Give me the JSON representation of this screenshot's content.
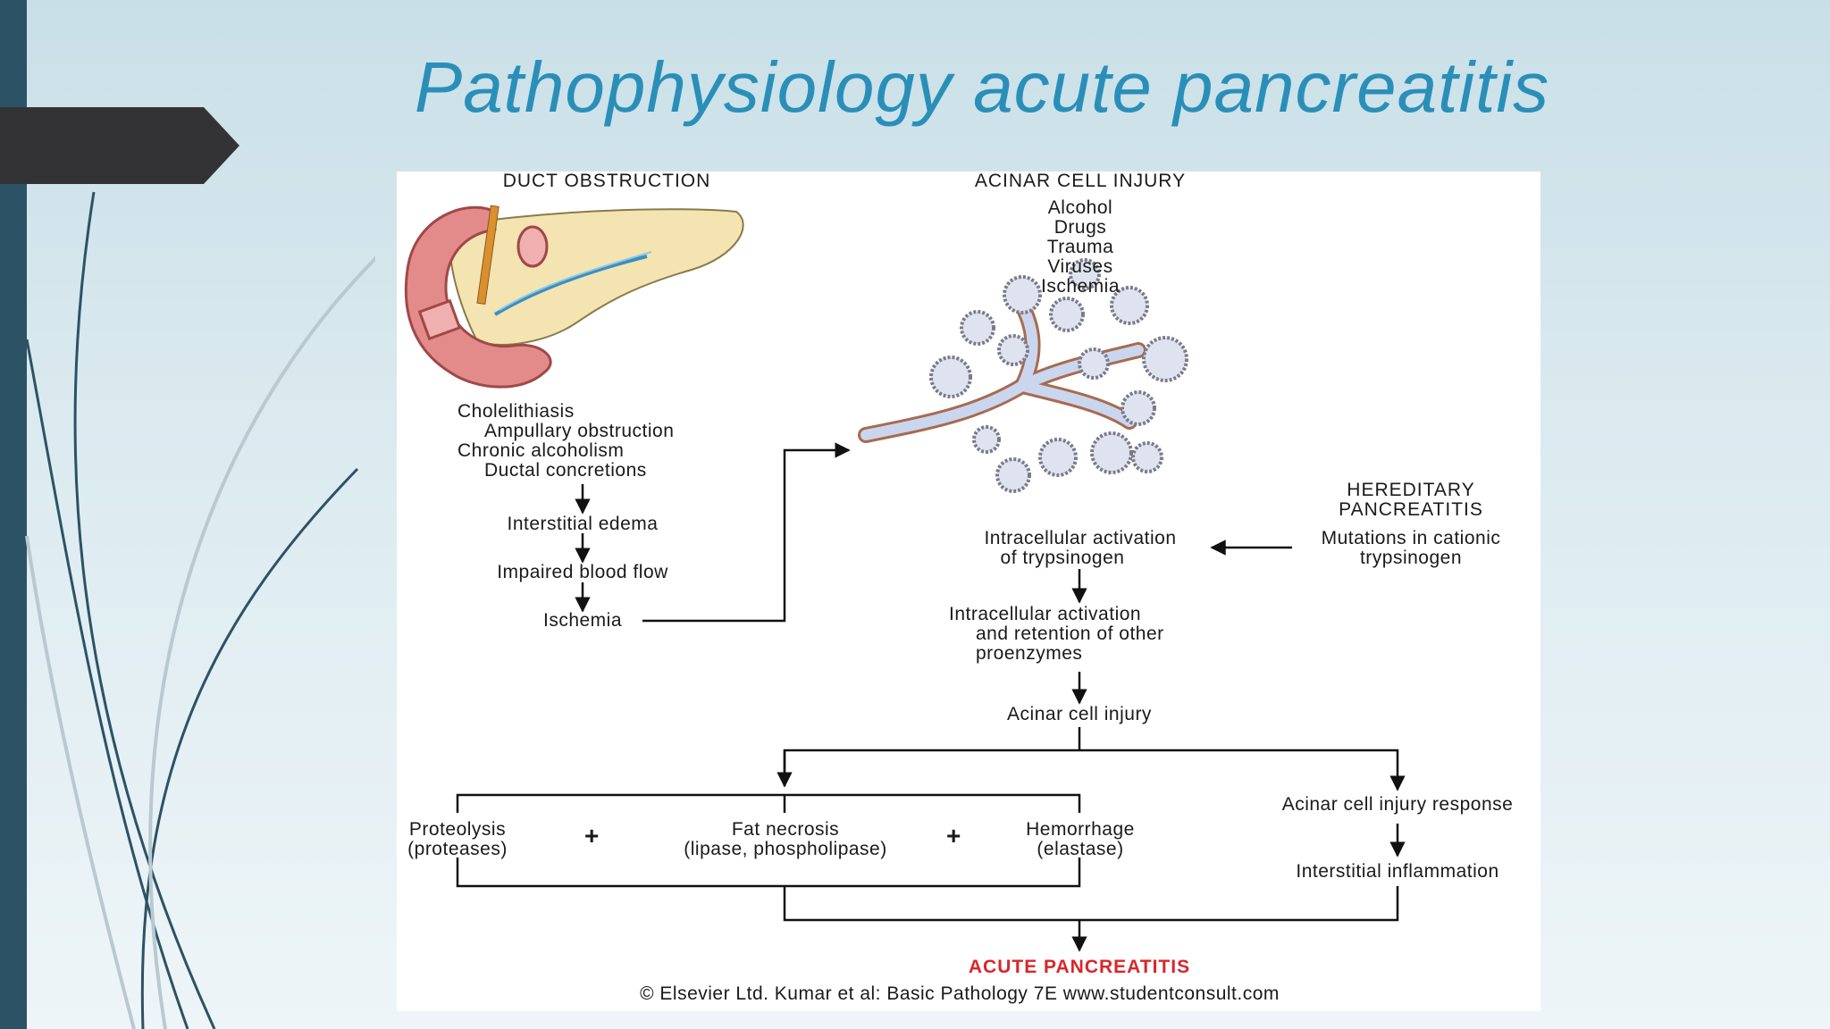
{
  "slide": {
    "title": "Pathophysiology acute pancreatitis"
  },
  "figure": {
    "duct_header": "DUCT OBSTRUCTION",
    "acinar_header": "ACINAR CELL INJURY",
    "acinar_causes": [
      "Alcohol",
      "Drugs",
      "Trauma",
      "Viruses",
      "Ischemia"
    ],
    "duct_causes": [
      "Cholelithiasis",
      "Ampullary obstruction",
      "Chronic alcoholism",
      "Ductal concretions"
    ],
    "duct_chain": [
      "Interstitial edema",
      "Impaired blood flow",
      "Ischemia"
    ],
    "hereditary_header": [
      "HEREDITARY",
      "PANCREATITIS"
    ],
    "hereditary_text": [
      "Mutations in cationic",
      "trypsinogen"
    ],
    "activation": [
      "Intracellular activation",
      "of trypsinogen"
    ],
    "retention": [
      "Intracellular activation",
      "and retention of other",
      "proenzymes"
    ],
    "acinar_injury": "Acinar cell injury",
    "proteolysis": [
      "Proteolysis",
      "(proteases)"
    ],
    "fat_necrosis": [
      "Fat necrosis",
      "(lipase, phospholipase)"
    ],
    "hemorrhage": [
      "Hemorrhage",
      "(elastase)"
    ],
    "plus": "+",
    "injury_response": "Acinar cell injury response",
    "interstitial_inflammation": "Interstitial inflammation",
    "outcome": "ACUTE PANCREATITIS",
    "credit": "© Elsevier Ltd. Kumar et al: Basic Pathology 7E www.studentconsult.com"
  },
  "colors": {
    "title": "#2a8fb8",
    "outcome": "#d8262b",
    "left_bar": "#2c5266",
    "arrow_tab": "#333335"
  }
}
